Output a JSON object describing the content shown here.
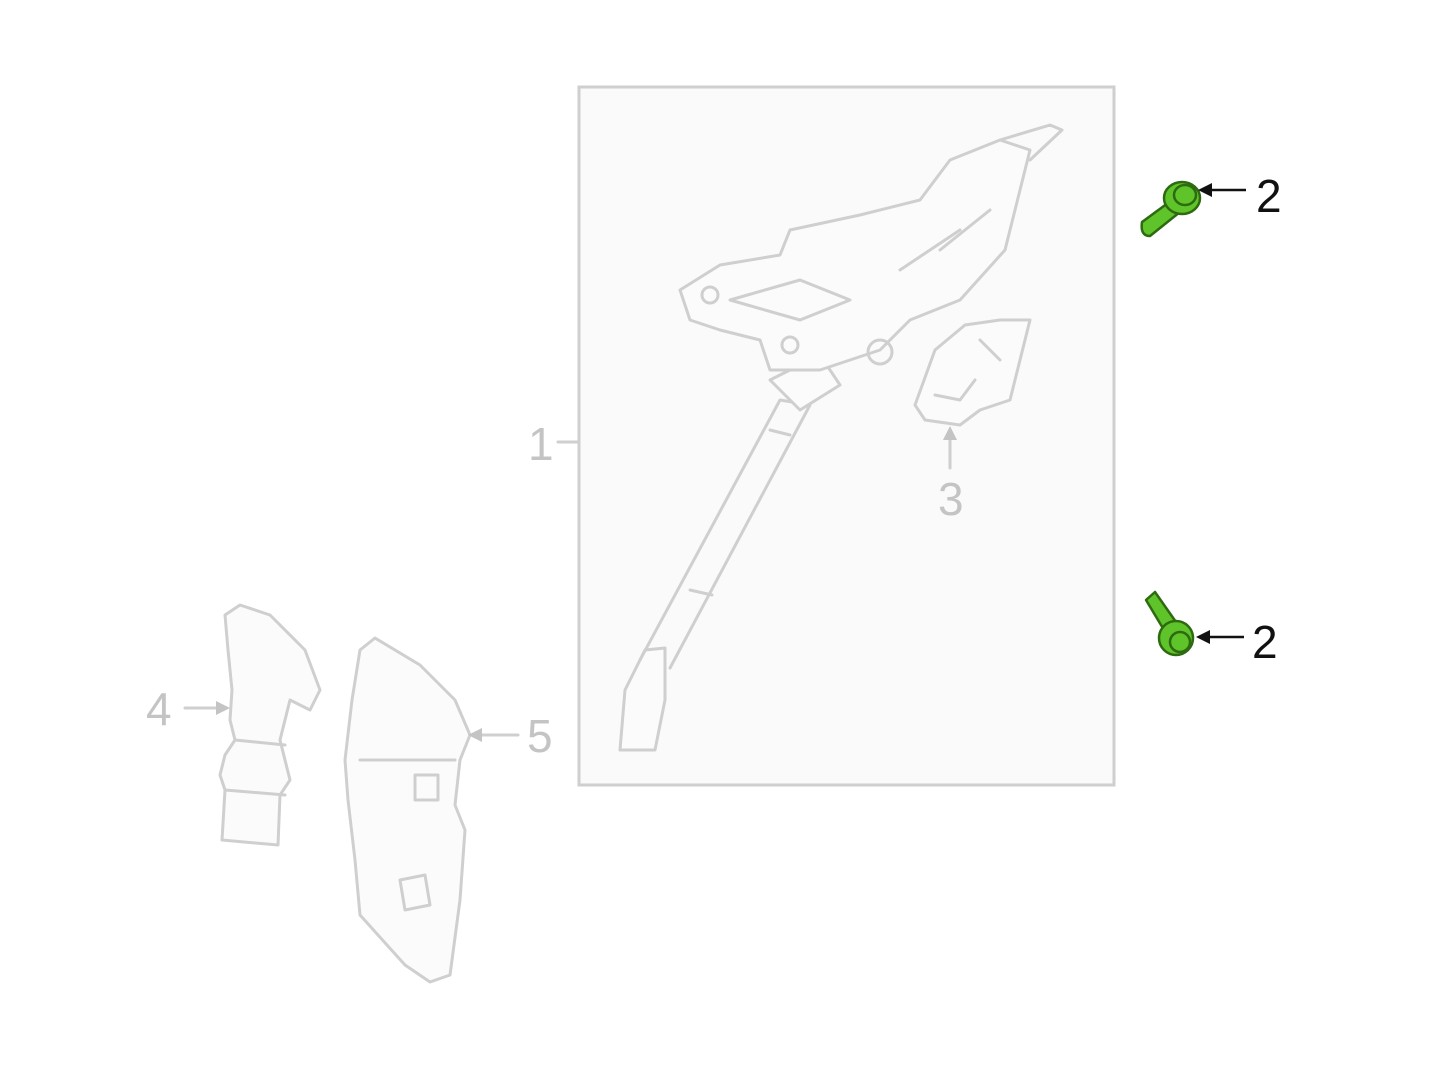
{
  "diagram": {
    "callouts": [
      {
        "id": "1",
        "label": "1"
      },
      {
        "id": "2a",
        "label": "2"
      },
      {
        "id": "2b",
        "label": "2"
      },
      {
        "id": "3",
        "label": "3"
      },
      {
        "id": "4",
        "label": "4"
      },
      {
        "id": "5",
        "label": "5"
      }
    ],
    "colors": {
      "highlight": "#5fc42a",
      "part_outline": "#cfcfcf",
      "callout_dim": "#c4c4c4",
      "callout_active": "#111111"
    }
  }
}
